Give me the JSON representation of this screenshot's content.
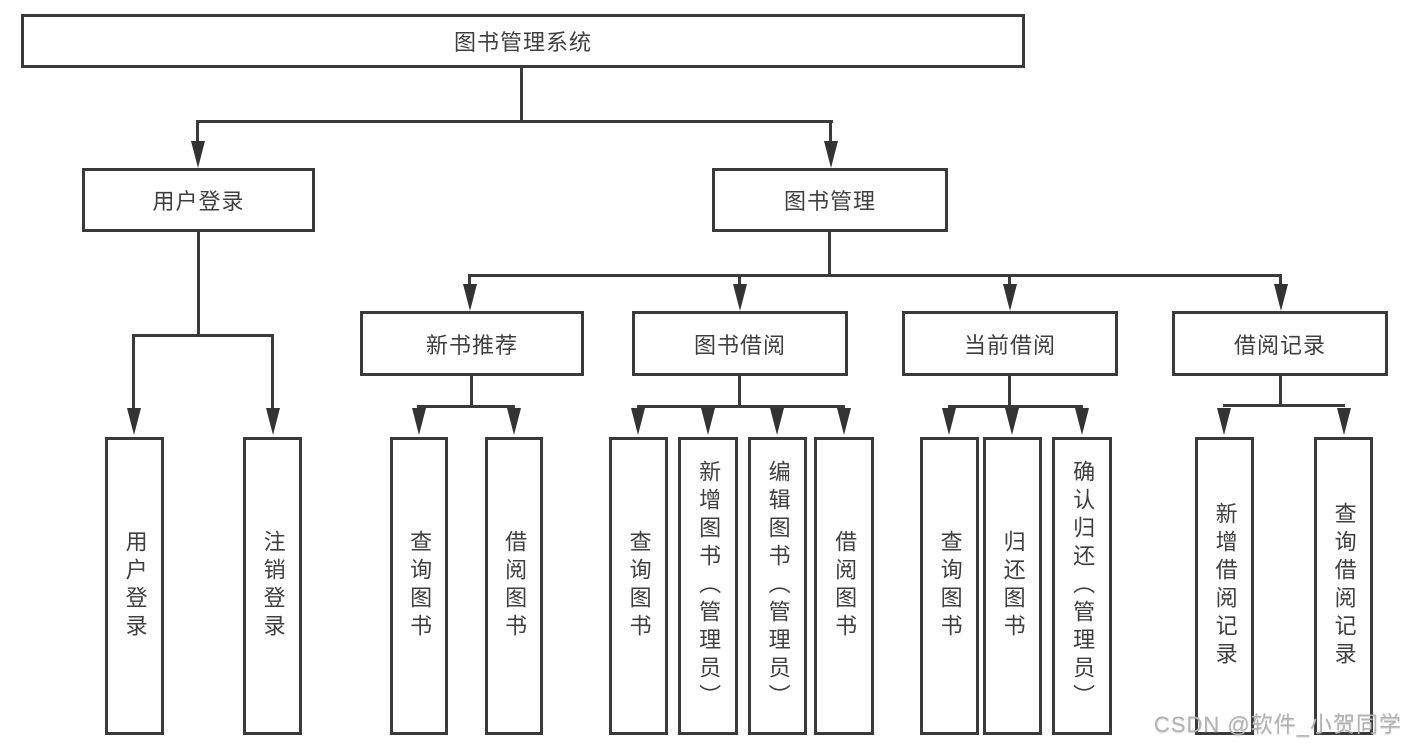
{
  "diagram": {
    "root_label": "图书管理系统",
    "branches": [
      {
        "label": "用户登录",
        "children": [
          "用户登录",
          "注销登录"
        ]
      },
      {
        "label": "图书管理",
        "groups": [
          {
            "label": "新书推荐",
            "children": [
              "查询图书",
              "借阅图书"
            ]
          },
          {
            "label": "图书借阅",
            "children": [
              "查询图书",
              "新增图书（管理员）",
              "编辑图书（管理员）",
              "借阅图书"
            ]
          },
          {
            "label": "当前借阅",
            "children": [
              "查询图书",
              "归还图书",
              "确认归还（管理员）"
            ]
          },
          {
            "label": "借阅记录",
            "children": [
              "新增借阅记录",
              "查询借阅记录"
            ]
          }
        ]
      }
    ]
  },
  "watermark": "CSDN @软件_小贺同学",
  "colors": {
    "line": "#3a3a3a",
    "text": "#3f3f3f",
    "watermark": "#b3b3b3"
  }
}
